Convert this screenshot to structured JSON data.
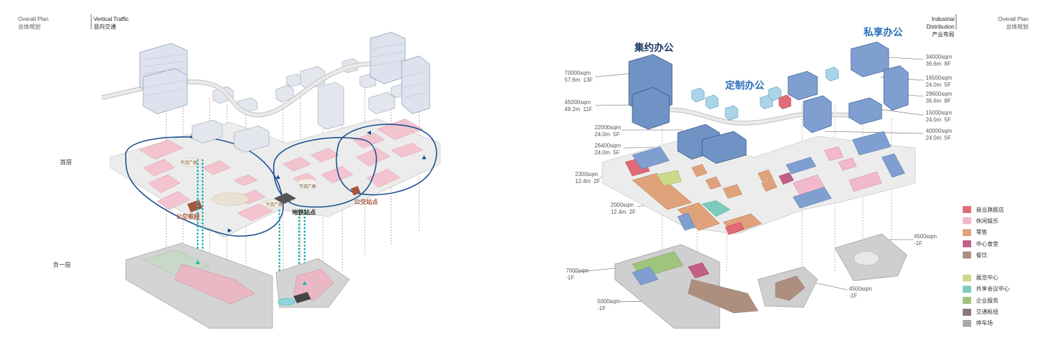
{
  "left_page": {
    "header_left": {
      "en": "Overall Plan",
      "zh": "总体规划"
    },
    "header_right": {
      "en": "Vertical Traffic",
      "zh": "竖向交通"
    },
    "floor_labels": {
      "ground": "首层",
      "basement": "负一层"
    },
    "plaza_labels": [
      "下沉广场",
      "下沉广场",
      "下沉广场"
    ],
    "callouts": {
      "bus_hub": "公交枢纽",
      "metro": "地铁站点",
      "bus_stop": "公交站点"
    }
  },
  "right_page": {
    "header_left": {
      "en": "Industrial Distribution",
      "zh": "产业布局"
    },
    "header_right": {
      "en": "Overall Plan",
      "zh": "总体规划"
    },
    "titles": {
      "intensive": "集约办公",
      "custom": "定制办公",
      "private": "私享办公"
    },
    "areas_left": [
      "70000sqm\n57.6m  13F",
      "45000sqm\n49.2m  11F",
      "22000sqm\n24.0m  5F",
      "26400sqm\n24.0m  5F",
      "2300sqm\n12.4m  2F",
      "2000sqm\n12.4m  2F",
      "7000sqm\n-1F",
      "5000sqm\n-1F"
    ],
    "areas_right": [
      "34000sqm\n36.6m  8F",
      "16500sqm\n24.0m  5F",
      "29600sqm\n36.6m  8F",
      "15000sqm\n24.0m  5F",
      "40000sqm\n24.0m  5F",
      "4500sqm\n-1F",
      "4500sqm\n-1F"
    ],
    "legend": [
      {
        "label": "商业旗舰店",
        "color": "#e06a78"
      },
      {
        "label": "休闲娱乐",
        "color": "#f2b8cc"
      },
      {
        "label": "零售",
        "color": "#e0a27a"
      },
      {
        "label": "中心食堂",
        "color": "#c25f86"
      },
      {
        "label": "餐饮",
        "color": "#ad8f80"
      },
      {
        "label": "展览中心",
        "color": "#ccd98a"
      },
      {
        "label": "共享会议中心",
        "color": "#7ccbbd"
      },
      {
        "label": "企业服务",
        "color": "#9ec47e"
      },
      {
        "label": "交通枢纽",
        "color": "#8a7478"
      },
      {
        "label": "停车场",
        "color": "#a8a8a8"
      }
    ]
  },
  "colors": {
    "traffic_loop": "#1d4f91",
    "metro_path": "#2bb6b8",
    "office_blue": "#6f93c4",
    "custom_blue": "#aad4e8",
    "title_blue": "#2a6fb8"
  }
}
